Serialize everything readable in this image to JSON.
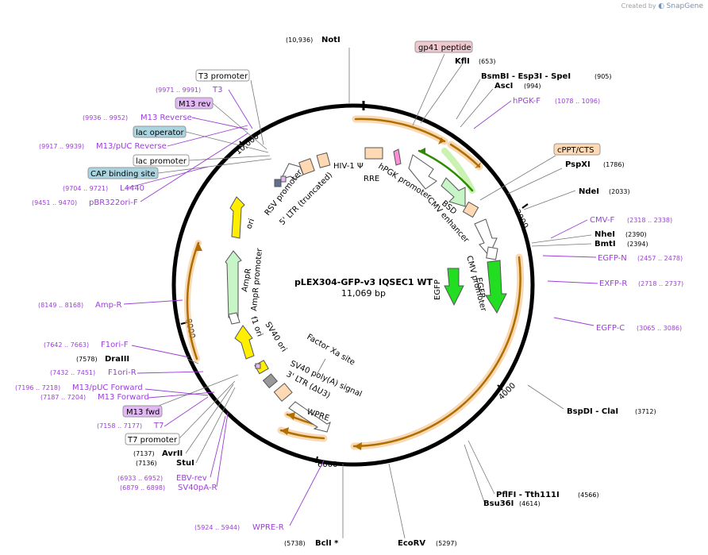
{
  "brand": {
    "created_by": "Created by",
    "name": "SnapGene"
  },
  "plasmid": {
    "name": "pLEX304-GFP-v3 IQSEC1 WT",
    "size": "11,069 bp"
  },
  "ticks": {
    "t2000": "2000",
    "t4000": "4000",
    "t6000": "6000",
    "t8000": "8000",
    "t10000": "10,000"
  },
  "sites_right": [
    {
      "id": "noti",
      "pos": "(10,936)",
      "name": "NotI"
    },
    {
      "id": "kfli",
      "name": "KflI",
      "pos": "(653)"
    },
    {
      "id": "bsmbi",
      "name": "BsmBI  - Esp3I  - SpeI",
      "pos": "(905)"
    },
    {
      "id": "asci",
      "name": "AscI",
      "pos": "(994)"
    },
    {
      "id": "psp",
      "name": "PspXI",
      "pos": "(1786)"
    },
    {
      "id": "ndei",
      "name": "NdeI",
      "pos": "(2033)"
    },
    {
      "id": "nhei",
      "name": "NheI",
      "pos": "(2390)"
    },
    {
      "id": "bmti",
      "name": "BmtI",
      "pos": "(2394)"
    },
    {
      "id": "bspdi",
      "name": "BspDI  - ClaI",
      "pos": "(3712)"
    },
    {
      "id": "pflfi",
      "name": "PflFI  - Tth111I",
      "pos": "(4566)"
    },
    {
      "id": "bsu36i",
      "name": "Bsu36I",
      "pos": "(4614)"
    },
    {
      "id": "ecorv",
      "name": "EcoRV",
      "pos": "(5297)"
    },
    {
      "id": "bcli",
      "pos": "(5738)",
      "name": "BclI *"
    }
  ],
  "sites_left": [
    {
      "id": "draiii",
      "pos": "(7578)",
      "name": "DraIII"
    },
    {
      "id": "avrii",
      "pos": "(7137)",
      "name": "AvrII"
    },
    {
      "id": "stui",
      "pos": "(7136)",
      "name": "StuI"
    }
  ],
  "primers_right": [
    {
      "id": "hpgkf",
      "name": "hPGK-F",
      "pos": "(1078 .. 1096)"
    },
    {
      "id": "cmvf",
      "name": "CMV-F",
      "pos": "(2318 .. 2338)"
    },
    {
      "id": "egfpn",
      "name": "EGFP-N",
      "pos": "(2457 .. 2478)"
    },
    {
      "id": "exfpr",
      "name": "EXFP-R",
      "pos": "(2718 .. 2737)"
    },
    {
      "id": "egfpc",
      "name": "EGFP-C",
      "pos": "(3065 .. 3086)"
    }
  ],
  "primers_left": [
    {
      "id": "t3",
      "pos": "(9971 .. 9991)",
      "name": "T3"
    },
    {
      "id": "m13rev",
      "pos": "(9936 .. 9952)",
      "name": "M13 Reverse"
    },
    {
      "id": "m13puc",
      "pos": "(9917 .. 9939)",
      "name": "M13/pUC Reverse"
    },
    {
      "id": "l4440",
      "pos": "(9704 .. 9721)",
      "name": "L4440"
    },
    {
      "id": "pbr",
      "pos": "(9451 .. 9470)",
      "name": "pBR322ori-F"
    },
    {
      "id": "ampr",
      "pos": "(8149 .. 8168)",
      "name": "Amp-R"
    },
    {
      "id": "f1f",
      "pos": "(7642 .. 7663)",
      "name": "F1ori-F"
    },
    {
      "id": "f1r",
      "pos": "(7432 .. 7451)",
      "name": "F1ori-R"
    },
    {
      "id": "m13pf",
      "pos": "(7196 .. 7218)",
      "name": "M13/pUC Forward"
    },
    {
      "id": "m13f",
      "pos": "(7187 .. 7204)",
      "name": "M13 Forward"
    },
    {
      "id": "t7",
      "pos": "(7158 .. 7177)",
      "name": "T7"
    },
    {
      "id": "ebv",
      "pos": "(6933 .. 6952)",
      "name": "EBV-rev"
    },
    {
      "id": "sv40r",
      "pos": "(6879 .. 6898)",
      "name": "SV40pA-R"
    },
    {
      "id": "wprer",
      "pos": "(5924 .. 5944)",
      "name": "WPRE-R"
    }
  ],
  "boxed_labels": {
    "gp41": "gp41 peptide",
    "cppt": "cPPT/CTS",
    "t3prom": "T3 promoter",
    "m13revbox": "M13 rev",
    "lacop": "lac operator",
    "lacprom": "lac promoter",
    "cap": "CAP binding site",
    "m13fwd": "M13 fwd",
    "t7prom": "T7 promoter"
  },
  "features": {
    "hiv1psi": "HIV-1 Ψ",
    "rre": "RRE",
    "hpgk": "hPGK promoter",
    "bsd": "BSD",
    "cmvenh": "CMV enhancer",
    "cmvprom": "CMV promoter",
    "egfp_a": "EGFP",
    "egfp_b": "EGFP",
    "rsv": "RSV promoter",
    "ltr5": "5' LTR (truncated)",
    "ori_top": "ori",
    "ampr": "AmpR",
    "amprprom": "AmpR promoter",
    "f1": "f1 ori",
    "sv40ori": "SV40 ori",
    "factorxa": "Factor Xa site",
    "sv40pa": "SV40 poly(A) signal",
    "ltr3": "3' LTR (ΔU3)",
    "wpre": "WPRE"
  },
  "colors": {
    "site_text": "#000000",
    "primer_text": "#9b3fd6",
    "line": "#666666",
    "orange_fill": "#ffd9b3",
    "green_bright": "#22dd22",
    "yellow": "#ffee00",
    "light_green": "#c8f5c8",
    "lavender": "#e2b8f5",
    "cap_fill": "#a9d4e0",
    "pink": "#f0c8d0"
  }
}
